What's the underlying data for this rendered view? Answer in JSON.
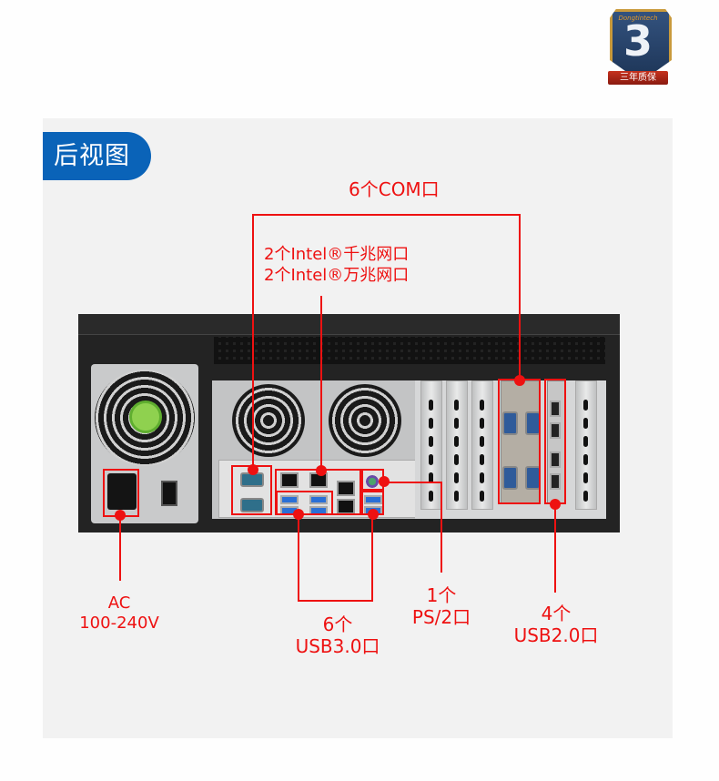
{
  "badge": {
    "brand": "Dongtintech",
    "number": "3",
    "ribbon_text": "三年质保"
  },
  "section": {
    "title": "后视图"
  },
  "colors": {
    "accent_blue": "#0a63b8",
    "annotation_red": "#ee1111",
    "panel_bg": "#f2f2f2"
  },
  "labels": {
    "com": "6个COM口",
    "lan_1g": "2个Intel®千兆网口",
    "lan_10g": "2个Intel®万兆网口",
    "ac_line1": "AC",
    "ac_line2": "100-240V",
    "usb3_line1": "6个",
    "usb3_line2": "USB3.0口",
    "ps2_line1": "1个",
    "ps2_line2": "PS/2口",
    "usb2_line1": "4个",
    "usb2_line2": "USB2.0口"
  }
}
